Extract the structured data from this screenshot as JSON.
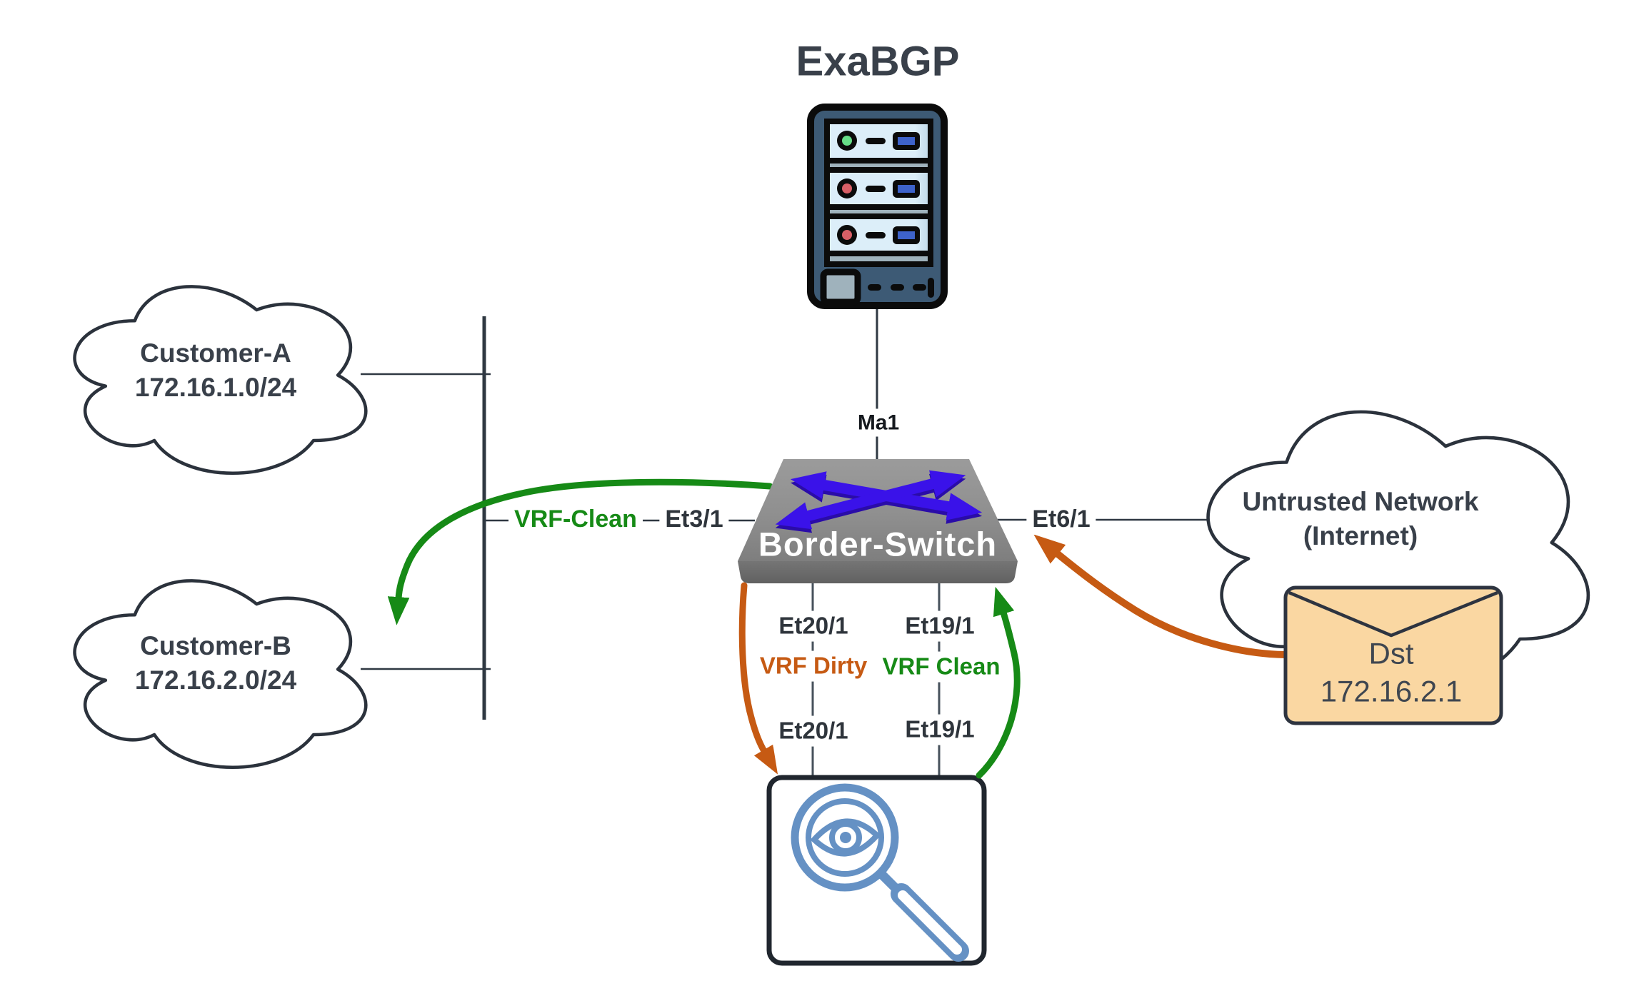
{
  "title": "ExaBGP",
  "colors": {
    "line_dark": "#2F3842",
    "text_dark": "#39404A",
    "green_accent": "#168A16",
    "orange_accent": "#C65A13",
    "switch_arrow_blue": "#3A12E9",
    "envelope_fill": "#FAD7A2",
    "server_body": "#3D5A75",
    "magnifier_blue": "#6591C4"
  },
  "nodes": {
    "exabgp": {
      "label": "ExaBGP"
    },
    "border_switch": {
      "label": "Border-Switch"
    },
    "customer_a": {
      "name": "Customer-A",
      "subnet": "172.16.1.0/24"
    },
    "customer_b": {
      "name": "Customer-B",
      "subnet": "172.16.2.0/24"
    },
    "untrusted": {
      "name": "Untrusted Network",
      "qualifier": "(Internet)"
    },
    "packet": {
      "line1": "Dst",
      "line2": "172.16.2.1"
    }
  },
  "labels": {
    "ma1": "Ma1",
    "vrf_clean_left": "VRF-Clean",
    "et3": "Et3/1",
    "et6": "Et6/1",
    "et20_top": "Et20/1",
    "et19_top": "Et19/1",
    "vrf_dirty": "VRF Dirty",
    "vrf_clean_mid": "VRF Clean",
    "et20_bottom": "Et20/1",
    "et19_bottom": "Et19/1"
  }
}
